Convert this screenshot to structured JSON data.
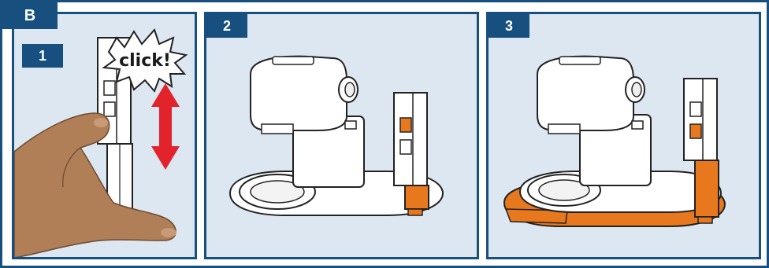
{
  "section_label": "B",
  "panels": [
    {
      "number": "1",
      "callout": "click!"
    },
    {
      "number": "2"
    },
    {
      "number": "3"
    }
  ],
  "colors": {
    "frame": "#17507f",
    "panel_bg": "#dde7f1",
    "highlight": "#e8781e",
    "arrow": "#e3232b",
    "skin": "#b07e57"
  },
  "icons": [
    "double-arrow-icon",
    "click-burst-icon",
    "hand-icon",
    "coffee-machine-icon",
    "height-slider-icon"
  ]
}
